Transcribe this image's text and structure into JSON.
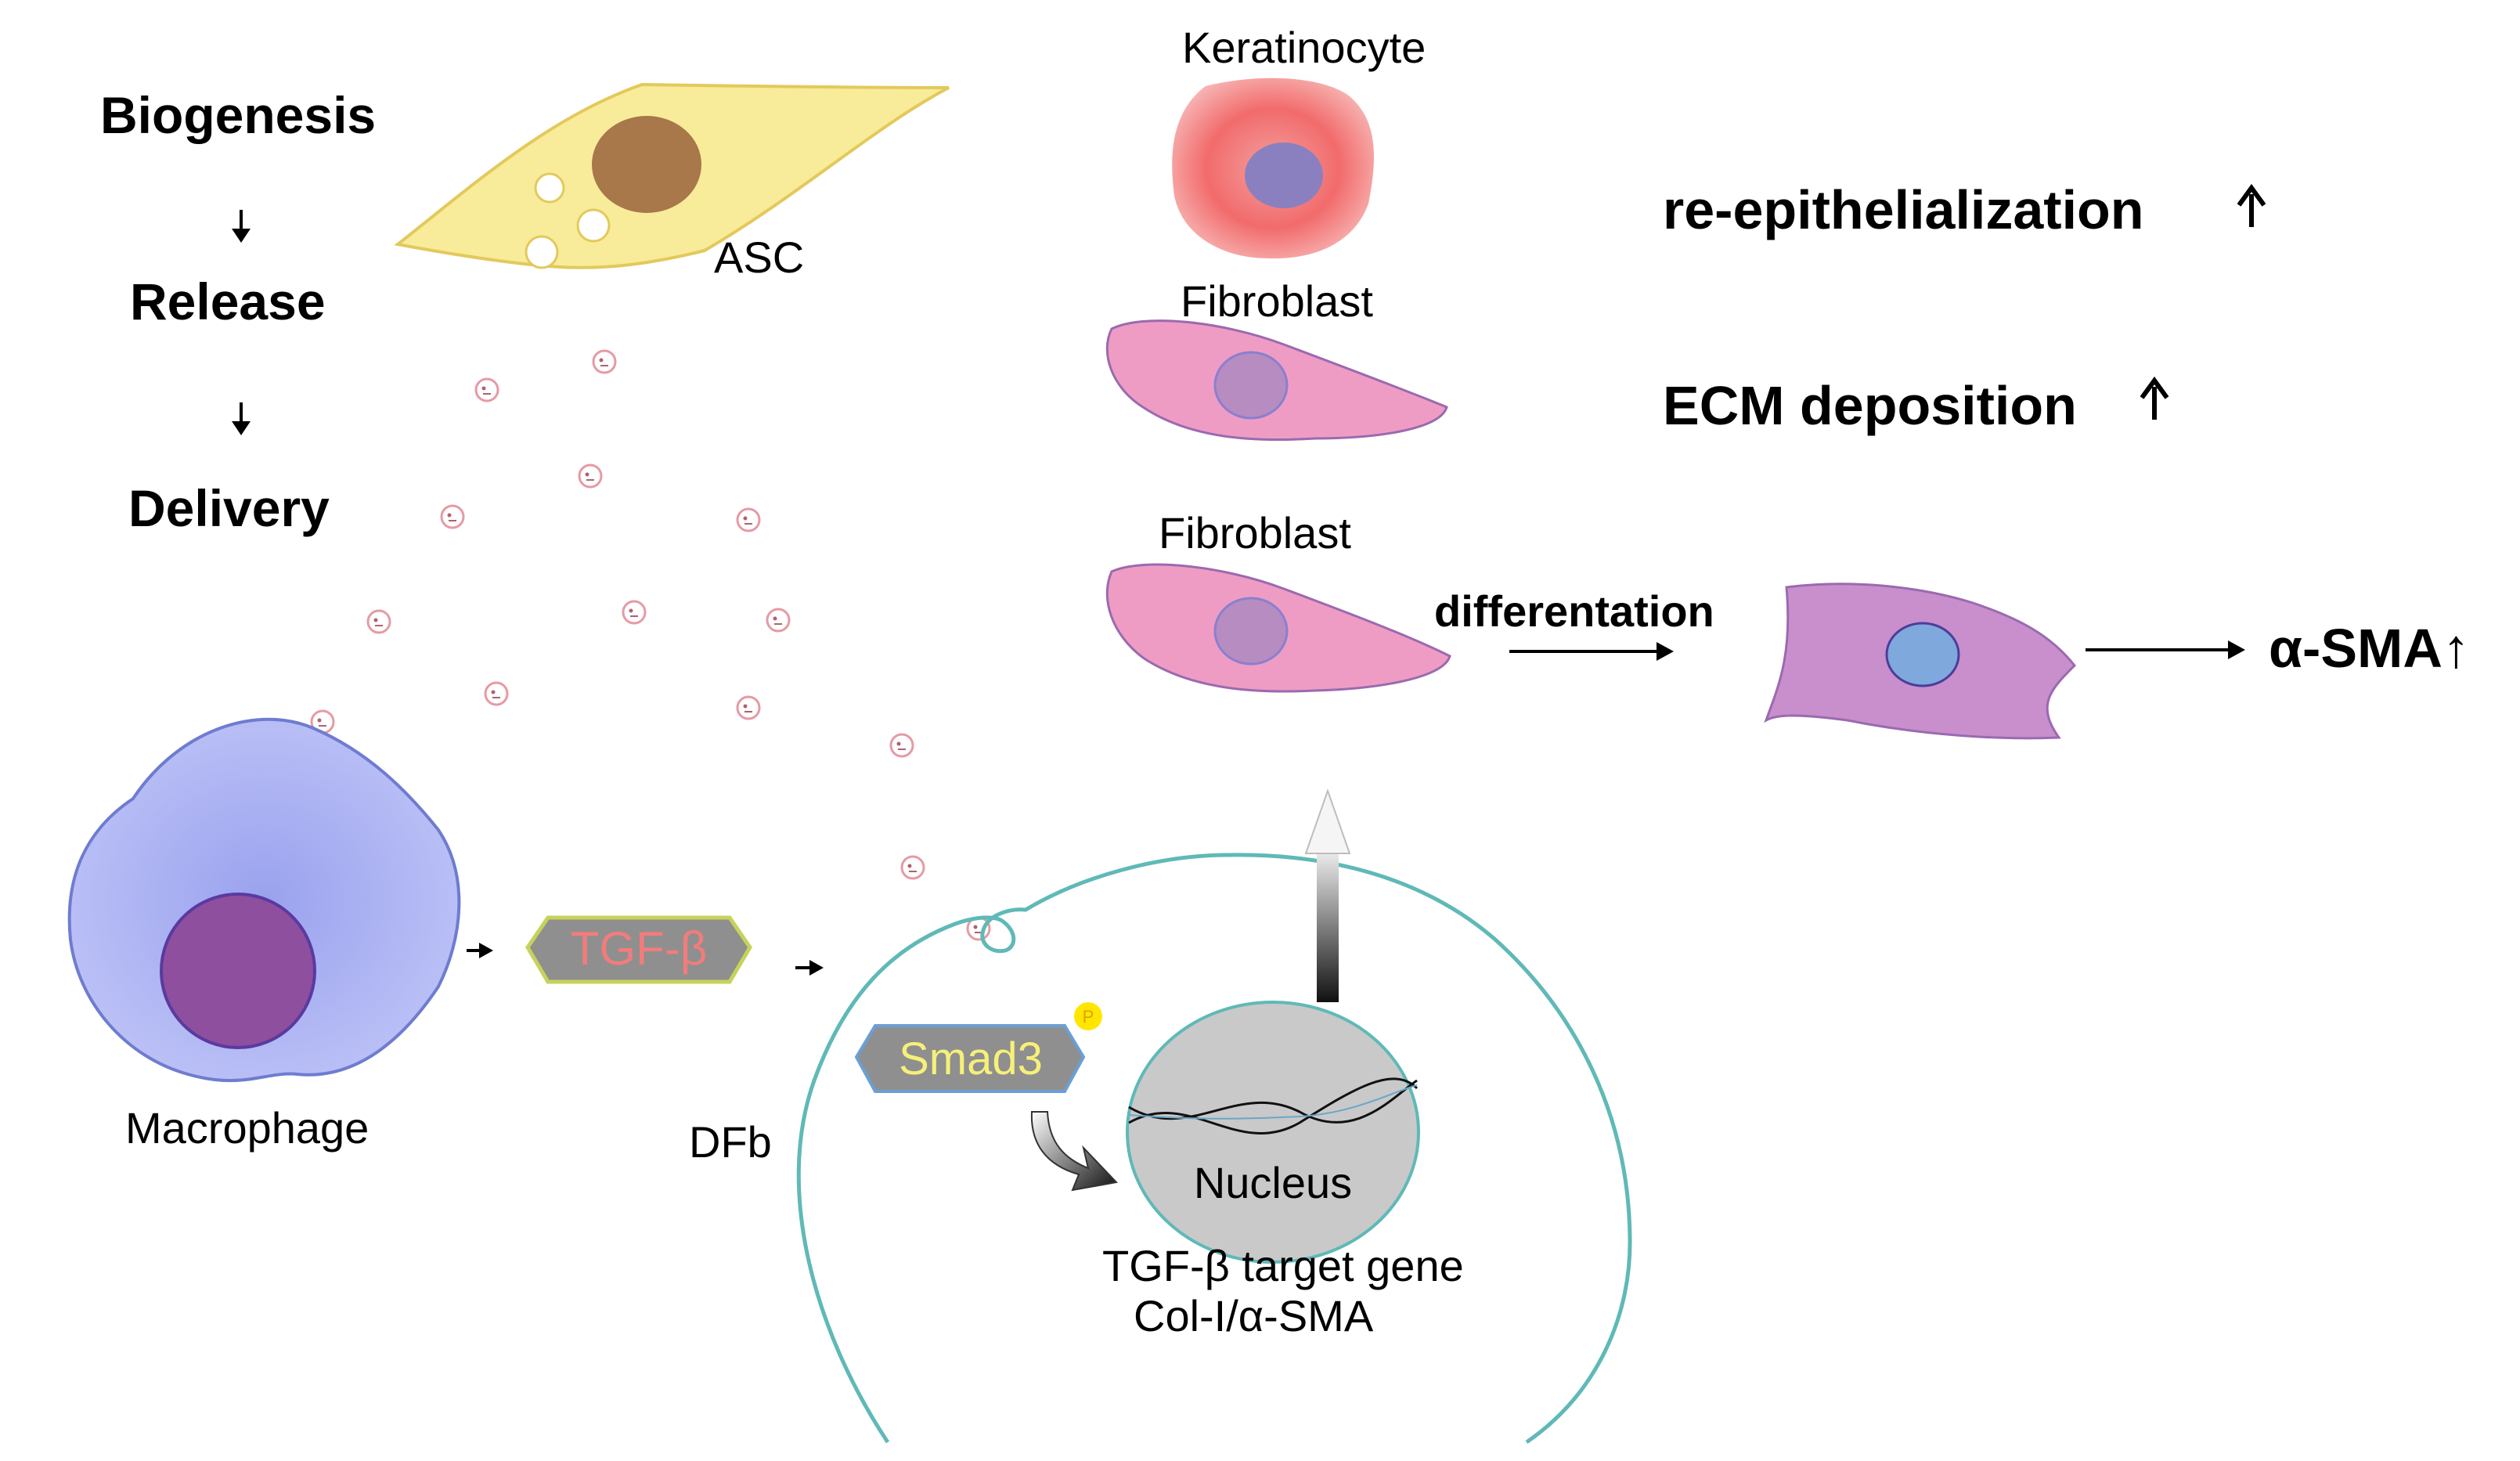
{
  "steps": {
    "biogenesis": "Biogenesis",
    "release": "Release",
    "delivery": "Delivery"
  },
  "cells": {
    "asc": "ASC",
    "keratinocyte": "Keratinocyte",
    "fibroblast_top": "Fibroblast",
    "fibroblast_mid": "Fibroblast",
    "macrophage": "Macrophage",
    "dfb": "DFb",
    "nucleus": "Nucleus"
  },
  "effects": {
    "reepithelialization": "re-epithelialization",
    "ecm": "ECM deposition",
    "up_arrow": "↑",
    "differentiation": "differentation",
    "asma": "α-SMA↑"
  },
  "signaling": {
    "tgf_badge": "TGF-β",
    "smad3": "Smad3",
    "phospho": "P",
    "target_gene_line1": "TGF-β target gene",
    "target_gene_line2": "Col-I/α-SMA"
  },
  "colors": {
    "asc_fill": "#f8ec9a",
    "asc_nucleus": "#a8774a",
    "keratinocyte": "#f26b6b",
    "keratinocyte_nucleus": "#8a80c0",
    "fibroblast": "#ef9cc4",
    "fibroblast_nucleus": "#b78cc0",
    "myofibroblast": "#c88fcc",
    "myofibroblast_nucleus": "#7fa8dd",
    "macrophage": "#a6aef2",
    "macrophage_nucleus": "#8e4f9e",
    "dfb_membrane": "#5fb9b7",
    "nucleus_fill": "#c9c9c9",
    "badge_fill": "#8f8f8f",
    "tgf_text": "#f27c7c",
    "smad3_text": "#f6f07a",
    "phospho": "#ffe600",
    "vesicle": "#e69aa4"
  }
}
